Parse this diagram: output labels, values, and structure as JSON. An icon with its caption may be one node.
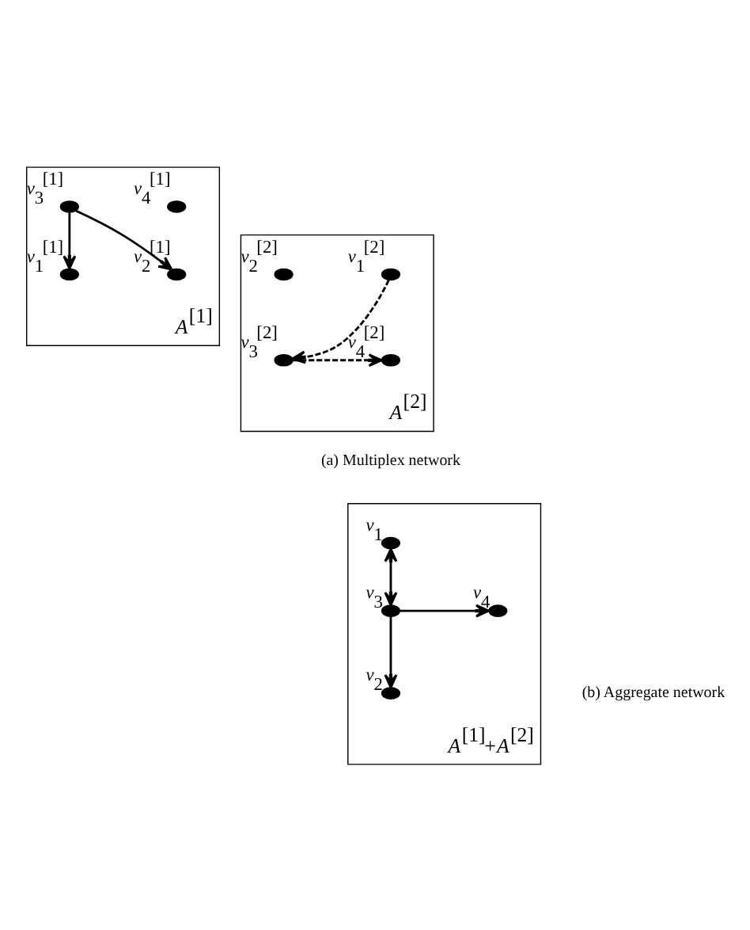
{
  "diagram": {
    "nodes": [
      {
        "text": [
          "A$^{[1]}$"
        ]
      },
      {
        "text": [],
        "shape": "circle",
        "in": 0,
        "beside": [
          "v$_{1}$$^{[1]}$"
        ]
      },
      {
        "text": [],
        "shape": "circle",
        "in": 0,
        "beside": [
          "v$_{2}$$^{[1]}$"
        ]
      },
      {
        "text": [],
        "shape": "circle",
        "in": 0,
        "beside": [
          "v$_{3}$$^{[1]}$"
        ]
      },
      {
        "text": [],
        "shape": "circle",
        "in": 0,
        "beside": [
          "v$_{4}$$^{[1]}$"
        ]
      },
      {
        "text": [
          "A$^{[2]}$"
        ]
      },
      {
        "text": [],
        "shape": "circle",
        "in": 5,
        "beside": [
          "v$_{1}$$^{[2]}$"
        ]
      },
      {
        "text": [],
        "shape": "circle",
        "in": 5,
        "beside": [
          "v$_{2}$$^{[2]}$"
        ]
      },
      {
        "text": [],
        "shape": "circle",
        "in": 5,
        "beside": [
          "v$_{3}$$^{[2]}$"
        ]
      },
      {
        "text": [],
        "shape": "circle",
        "in": 5,
        "beside": [
          "v$_{4}$$^{[2]}$"
        ]
      },
      {
        "text": [
          "A$^{[1]}$+A$^{[2]}$"
        ]
      },
      {
        "text": [],
        "shape": "circle",
        "in": 10,
        "beside": [
          "v$_{1}$"
        ]
      },
      {
        "text": [],
        "shape": "circle",
        "in": 10,
        "beside": [
          "v$_{2}$"
        ]
      },
      {
        "text": [],
        "shape": "circle",
        "in": 10,
        "beside": [
          "v$_{3}$"
        ]
      },
      {
        "text": [],
        "shape": "circle",
        "in": 10,
        "beside": [
          "v$_{4}$"
        ]
      }
    ],
    "edges": [
      {
        "from": 3,
        "to": 1,
        "arrow": "to"
      },
      {
        "from": 3,
        "to": 2,
        "arrow": "to"
      },
      {
        "from": 6,
        "to": 8,
        "arrow": "to",
        "style": "dashed"
      },
      {
        "from": 8,
        "to": 9,
        "arrow": "to",
        "style": "dashed"
      },
      {
        "from": 11,
        "to": 13,
        "arrow": "both"
      },
      {
        "from": 13,
        "to": 12,
        "arrow": "to"
      },
      {
        "from": 13,
        "to": 14,
        "arrow": "to"
      }
    ],
    "labels": [
      "(a) Multiplex network",
      "(b) Aggregate network"
    ]
  }
}
